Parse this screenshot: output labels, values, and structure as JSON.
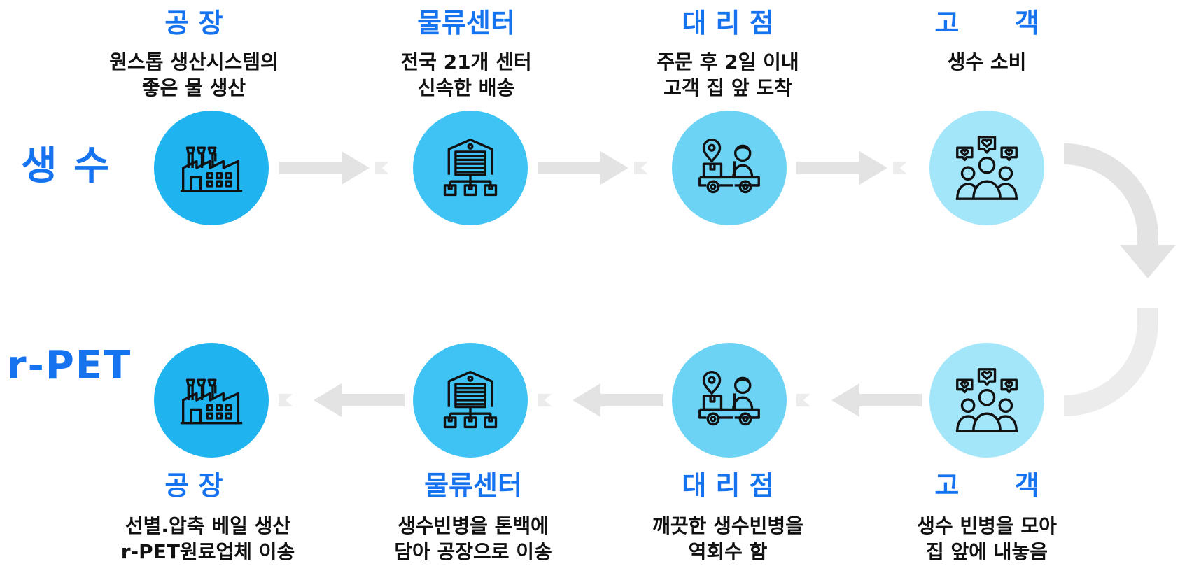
{
  "rows": {
    "top_label": "생 수",
    "bottom_label": "r-PET"
  },
  "top_stages": [
    {
      "title": "공 장",
      "desc": [
        "원스톱 생산시스템의",
        "좋은 물 생산"
      ],
      "icon": "factory-icon"
    },
    {
      "title": "물류센터",
      "desc": [
        "전국 21개 센터",
        "신속한 배송"
      ],
      "icon": "warehouse-icon"
    },
    {
      "title": "대 리 점",
      "desc": [
        "주문 후 2일 이내",
        "고객 집 앞 도착"
      ],
      "icon": "delivery-truck-icon"
    },
    {
      "title": "고      객",
      "desc": [
        "생수 소비"
      ],
      "icon": "customers-icon"
    }
  ],
  "bottom_stages": [
    {
      "title": "공 장",
      "desc": [
        "선별.압축 베일 생산",
        "r-PET원료업체 이송"
      ],
      "icon": "factory-icon"
    },
    {
      "title": "물류센터",
      "desc": [
        "생수빈병을 톤백에",
        "담아 공장으로 이송"
      ],
      "icon": "warehouse-icon"
    },
    {
      "title": "대 리 점",
      "desc": [
        "깨끗한 생수빈병을",
        "역회수 함"
      ],
      "icon": "delivery-truck-icon"
    },
    {
      "title": "고      객",
      "desc": [
        "생수 빈병을 모아",
        "집 앞에 내놓음"
      ],
      "icon": "customers-icon"
    }
  ],
  "colors": {
    "accent": "#1673f0",
    "arrow": "#e3e3e3",
    "circle_1": "#1fb3ef",
    "circle_2": "#3ec3f4",
    "circle_3": "#6dd3f5",
    "circle_4": "#a3e6fa"
  }
}
